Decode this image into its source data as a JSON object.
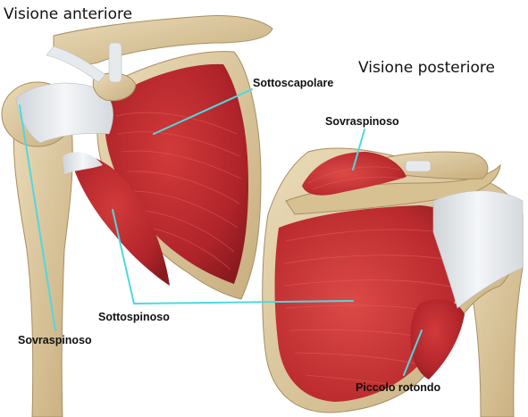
{
  "views": {
    "anterior_title": "Visione anteriore",
    "posterior_title": "Visione posteriore"
  },
  "labels": {
    "sottoscapolare": "Sottoscapolare",
    "sovraspinoso_posterior": "Sovraspinoso",
    "sottospinoso": "Sottospinoso",
    "sovraspinoso_anterior": "Sovraspinoso",
    "piccolo_rotondo": "Piccolo rotondo"
  },
  "colors": {
    "leader_line": "#4fd8e0",
    "bone": "#d9c49a",
    "muscle": "#b8262a",
    "tendon": "#e9ecef"
  }
}
